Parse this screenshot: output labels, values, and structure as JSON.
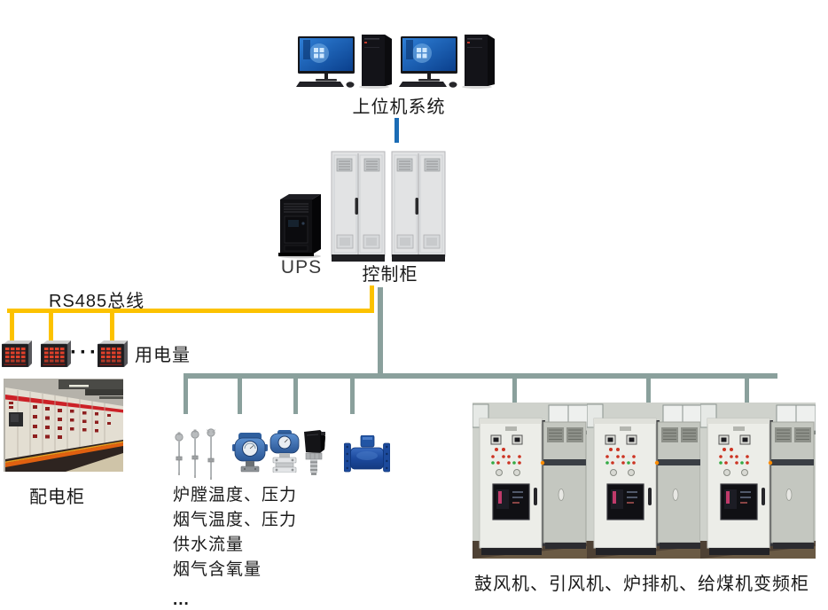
{
  "colors": {
    "rs485_bus": "#FCC200",
    "io_bus": "#8AA09C",
    "host_link": "#1B6CB5"
  },
  "host_system": {
    "label": "上位机系统"
  },
  "ups": {
    "label": "UPS"
  },
  "control_cabinet": {
    "label": "控制柜"
  },
  "rs485": {
    "label": "RS485总线"
  },
  "power_meters": {
    "label": "用电量",
    "ellipsis": "···"
  },
  "distribution": {
    "label": "配电柜"
  },
  "sensors": {
    "lines": [
      "炉膛温度、压力",
      "烟气温度、压力",
      "供水流量",
      "烟气含氧量",
      "..."
    ]
  },
  "vfd": {
    "label": "鼓风机、引风机、炉排机、给煤机变频柜"
  }
}
